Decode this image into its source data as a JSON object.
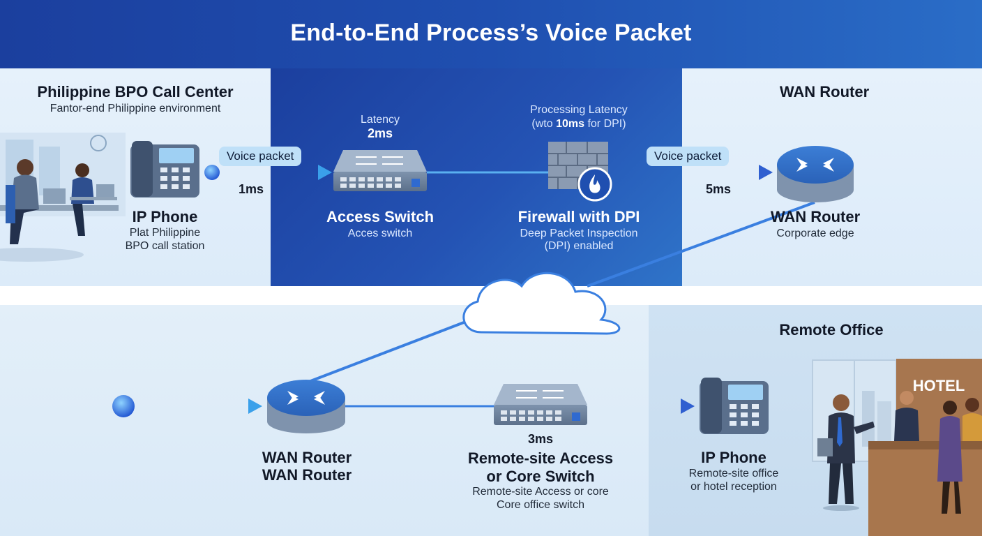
{
  "header": {
    "title": "End-to-End Process’s Voice Packet"
  },
  "left_panel": {
    "title": "Philippine BPO Call Center",
    "subtitle": "Fantor-end Philippine environment",
    "phone_title": "IP Phone",
    "phone_sub1": "Plat Philippine",
    "phone_sub2": "BPO call station"
  },
  "links": {
    "pill_left": "Voice packet",
    "ms_1": "1ms",
    "pill_right": "Voice packet",
    "ms_5": "5ms",
    "ms_3": "3ms"
  },
  "access_switch": {
    "latency_label": "Latency",
    "latency_value": "2ms",
    "title": "Access Switch",
    "sub": "Acces switch"
  },
  "firewall": {
    "latency_label": "Processing Latency",
    "latency_prefix": "(wto ",
    "latency_value": "10ms",
    "latency_suffix": " for DPI)",
    "title": "Firewall with DPI",
    "sub1": "Deep Packet Inspection",
    "sub2": "(DPI) enabled"
  },
  "wan_router_top": {
    "heading": "WAN Router",
    "title": "WAN Router",
    "sub": "Corporate edge"
  },
  "wan_router_bottom": {
    "line1": "WAN Router",
    "line2": "WAN Router"
  },
  "remote_switch": {
    "title1": "Remote-site Access",
    "title2": "or Core Switch",
    "sub1": "Remote-site Access or core",
    "sub2": "Core office switch"
  },
  "remote_office": {
    "heading": "Remote Office",
    "hotel_sign": "HOTEL",
    "phone_title": "IP Phone",
    "phone_sub1": "Remote-site office",
    "phone_sub2": "or hotel reception"
  },
  "colors": {
    "accent_blue": "#1f4fb0",
    "link_blue": "#3a7fe0",
    "pill_bg": "#bfe0f8"
  }
}
